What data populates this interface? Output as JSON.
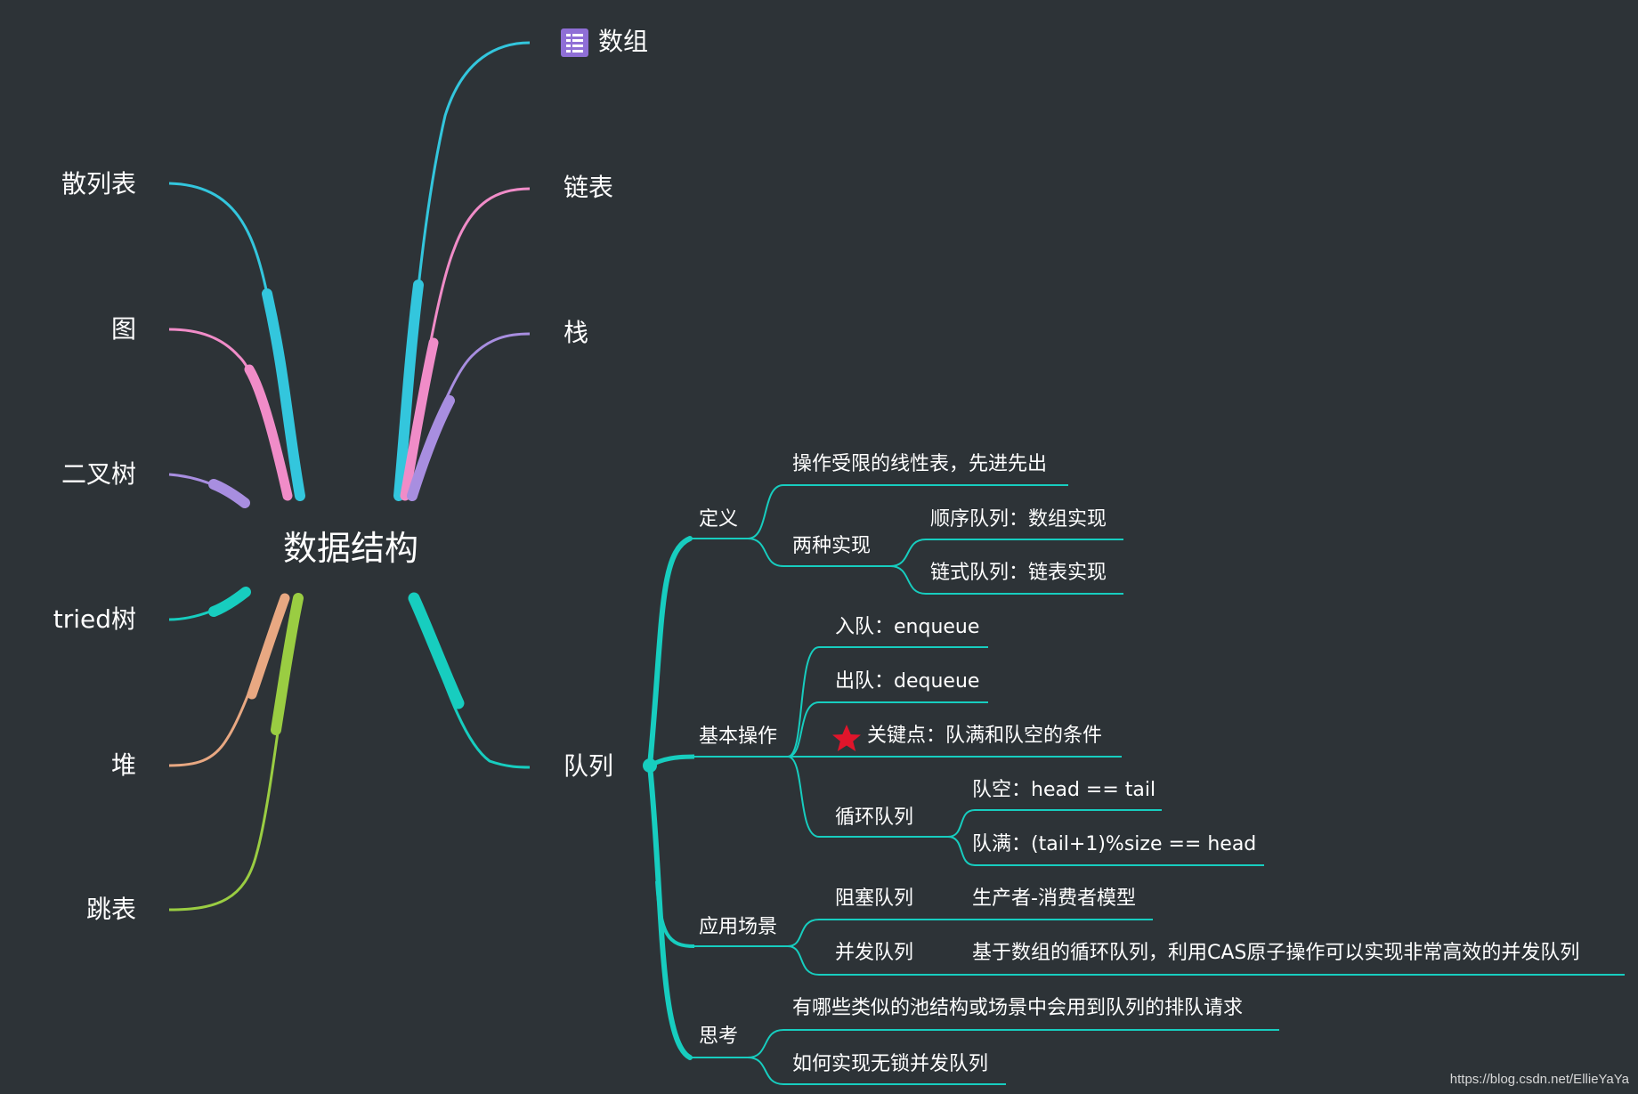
{
  "colors": {
    "background": "#2d3337",
    "cyan": "#33c6dd",
    "pink": "#f08cc8",
    "purple": "#a88ee0",
    "teal": "#17cdbf",
    "orange": "#e8a882",
    "green": "#9acd42",
    "text": "#ffffff",
    "star": "#e0152b",
    "array_icon": "#8f6fd6"
  },
  "center": {
    "label": "数据结构"
  },
  "left_branches": [
    {
      "label": "散列表",
      "color": "cyan"
    },
    {
      "label": "图",
      "color": "pink"
    },
    {
      "label": "二叉树",
      "color": "purple"
    },
    {
      "label": "tried树",
      "color": "teal"
    },
    {
      "label": "堆",
      "color": "orange"
    },
    {
      "label": "跳表",
      "color": "green"
    }
  ],
  "right_branches": [
    {
      "label": "数组",
      "color": "cyan",
      "icon": "table-icon"
    },
    {
      "label": "链表",
      "color": "pink"
    },
    {
      "label": "栈",
      "color": "purple"
    },
    {
      "label": "队列",
      "color": "teal"
    }
  ],
  "queue": {
    "definition": {
      "label": "定义",
      "items": {
        "restricted": "操作受限的线性表，先进先出",
        "two_impl": {
          "label": "两种实现",
          "sequential": "顺序队列：数组实现",
          "linked": "链式队列：链表实现"
        }
      }
    },
    "basic_ops": {
      "label": "基本操作",
      "enqueue": "入队：enqueue",
      "dequeue": "出队：dequeue",
      "key_point": {
        "label": "关键点：队满和队空的条件",
        "icon": "star-icon"
      },
      "circular": {
        "label": "循环队列",
        "empty": "队空：head == tail",
        "full": "队满：(tail+1)%size == head"
      }
    },
    "scenarios": {
      "label": "应用场景",
      "blocking": {
        "label": "阻塞队列",
        "detail": "生产者-消费者模型"
      },
      "concurrent": {
        "label": "并发队列",
        "detail": "基于数组的循环队列，利用CAS原子操作可以实现非常高效的并发队列"
      }
    },
    "thinking": {
      "label": "思考",
      "q1": "有哪些类似的池结构或场景中会用到队列的排队请求",
      "q2": "如何实现无锁并发队列"
    }
  },
  "watermark": "https://blog.csdn.net/EllieYaYa"
}
